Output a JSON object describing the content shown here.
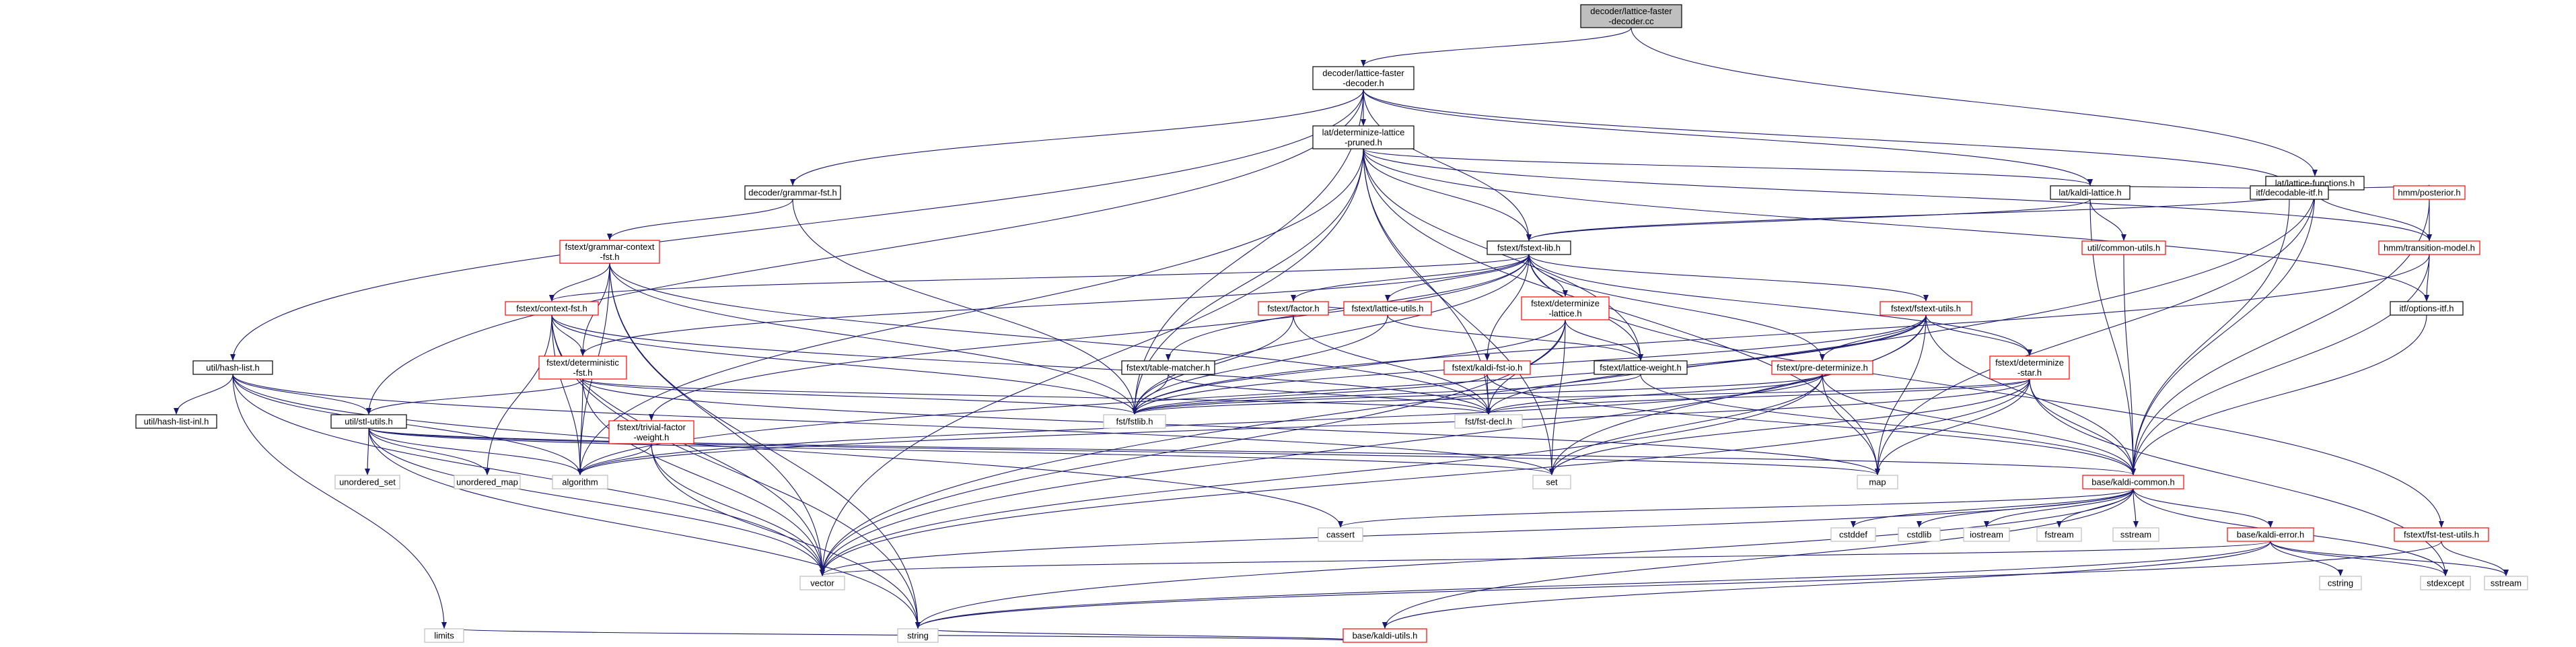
{
  "colors": {
    "edge": "#191970",
    "root_fill": "#bfbfbf",
    "node_border": "#000000",
    "incomplete_border": "#ff0000",
    "plain_border": "#bfbfbf",
    "fill": "#ffffff"
  },
  "nodes": [
    {
      "id": "root",
      "lines": [
        "decoder/lattice-faster",
        "-decoder.cc"
      ],
      "style": "root"
    },
    {
      "id": "lfd_h",
      "lines": [
        "decoder/lattice-faster",
        "-decoder.h"
      ],
      "style": "normal"
    },
    {
      "id": "lat_func",
      "lines": [
        "lat/lattice-functions.h"
      ],
      "style": "normal"
    },
    {
      "id": "det_pruned",
      "lines": [
        "lat/determinize-lattice",
        "-pruned.h"
      ],
      "style": "normal"
    },
    {
      "id": "grammar_fst",
      "lines": [
        "decoder/grammar-fst.h"
      ],
      "style": "normal"
    },
    {
      "id": "grammar_ctx",
      "lines": [
        "fstext/grammar-context",
        "-fst.h"
      ],
      "style": "incomplete"
    },
    {
      "id": "kaldi_lattice",
      "lines": [
        "lat/kaldi-lattice.h"
      ],
      "style": "normal"
    },
    {
      "id": "decodable_itf",
      "lines": [
        "itf/decodable-itf.h"
      ],
      "style": "normal"
    },
    {
      "id": "posterior",
      "lines": [
        "hmm/posterior.h"
      ],
      "style": "incomplete"
    },
    {
      "id": "trans_model",
      "lines": [
        "hmm/transition-model.h"
      ],
      "style": "incomplete"
    },
    {
      "id": "fstext_lib",
      "lines": [
        "fstext/fstext-lib.h"
      ],
      "style": "normal"
    },
    {
      "id": "common_utils",
      "lines": [
        "util/common-utils.h"
      ],
      "style": "incomplete"
    },
    {
      "id": "options_itf",
      "lines": [
        "itf/options-itf.h"
      ],
      "style": "normal"
    },
    {
      "id": "context_fst",
      "lines": [
        "fstext/context-fst.h"
      ],
      "style": "incomplete"
    },
    {
      "id": "lattice_utils",
      "lines": [
        "fstext/lattice-utils.h"
      ],
      "style": "incomplete"
    },
    {
      "id": "det_lattice",
      "lines": [
        "fstext/determinize",
        "-lattice.h"
      ],
      "style": "incomplete"
    },
    {
      "id": "fstext_utils",
      "lines": [
        "fstext/fstext-utils.h"
      ],
      "style": "incomplete"
    },
    {
      "id": "hash_list",
      "lines": [
        "util/hash-list.h"
      ],
      "style": "normal"
    },
    {
      "id": "deterministic_fst",
      "lines": [
        "fstext/deterministic",
        "-fst.h"
      ],
      "style": "incomplete"
    },
    {
      "id": "table_matcher",
      "lines": [
        "fstext/table-matcher.h"
      ],
      "style": "normal"
    },
    {
      "id": "factor",
      "lines": [
        "fstext/factor.h"
      ],
      "style": "incomplete"
    },
    {
      "id": "kaldi_fst_io",
      "lines": [
        "fstext/kaldi-fst-io.h"
      ],
      "style": "incomplete"
    },
    {
      "id": "lattice_weight",
      "lines": [
        "fstext/lattice-weight.h"
      ],
      "style": "normal"
    },
    {
      "id": "pre_det",
      "lines": [
        "fstext/pre-determinize.h"
      ],
      "style": "incomplete"
    },
    {
      "id": "det_star",
      "lines": [
        "fstext/determinize",
        "-star.h"
      ],
      "style": "incomplete"
    },
    {
      "id": "hash_list_inl",
      "lines": [
        "util/hash-list-inl.h"
      ],
      "style": "normal"
    },
    {
      "id": "stl_utils",
      "lines": [
        "util/stl-utils.h"
      ],
      "style": "normal"
    },
    {
      "id": "trivial_factor",
      "lines": [
        "fstext/trivial-factor",
        "-weight.h"
      ],
      "style": "incomplete"
    },
    {
      "id": "fst_fstlib",
      "lines": [
        "fst/fstlib.h"
      ],
      "style": "plain"
    },
    {
      "id": "fst_decl",
      "lines": [
        "fst/fst-decl.h"
      ],
      "style": "plain"
    },
    {
      "id": "unordered_set",
      "lines": [
        "unordered_set"
      ],
      "style": "plain"
    },
    {
      "id": "unordered_map",
      "lines": [
        "unordered_map"
      ],
      "style": "plain"
    },
    {
      "id": "algorithm",
      "lines": [
        "algorithm"
      ],
      "style": "plain"
    },
    {
      "id": "set",
      "lines": [
        "set"
      ],
      "style": "plain"
    },
    {
      "id": "map",
      "lines": [
        "map"
      ],
      "style": "plain"
    },
    {
      "id": "kaldi_common",
      "lines": [
        "base/kaldi-common.h"
      ],
      "style": "incomplete"
    },
    {
      "id": "cassert",
      "lines": [
        "cassert"
      ],
      "style": "plain"
    },
    {
      "id": "cstddef",
      "lines": [
        "cstddef"
      ],
      "style": "plain"
    },
    {
      "id": "cstdlib",
      "lines": [
        "cstdlib"
      ],
      "style": "plain"
    },
    {
      "id": "iostream",
      "lines": [
        "iostream"
      ],
      "style": "plain"
    },
    {
      "id": "fstream",
      "lines": [
        "fstream"
      ],
      "style": "plain"
    },
    {
      "id": "sstream_b",
      "lines": [
        "sstream"
      ],
      "style": "plain"
    },
    {
      "id": "fst_test_utils",
      "lines": [
        "fstext/fst-test-utils.h"
      ],
      "style": "incomplete"
    },
    {
      "id": "kaldi_error",
      "lines": [
        "base/kaldi-error.h"
      ],
      "style": "incomplete"
    },
    {
      "id": "vector",
      "lines": [
        "vector"
      ],
      "style": "plain"
    },
    {
      "id": "cstring",
      "lines": [
        "cstring"
      ],
      "style": "plain"
    },
    {
      "id": "stdexcept",
      "lines": [
        "stdexcept"
      ],
      "style": "plain"
    },
    {
      "id": "sstream",
      "lines": [
        "sstream"
      ],
      "style": "plain"
    },
    {
      "id": "kaldi_utils",
      "lines": [
        "base/kaldi-utils.h"
      ],
      "style": "incomplete"
    },
    {
      "id": "limits",
      "lines": [
        "limits"
      ],
      "style": "plain"
    },
    {
      "id": "string",
      "lines": [
        "string"
      ],
      "style": "plain"
    }
  ],
  "edges": [
    [
      "root",
      "lfd_h"
    ],
    [
      "root",
      "lat_func"
    ],
    [
      "lfd_h",
      "det_pruned"
    ],
    [
      "lfd_h",
      "grammar_fst"
    ],
    [
      "lfd_h",
      "kaldi_lattice"
    ],
    [
      "lfd_h",
      "decodable_itf"
    ],
    [
      "lfd_h",
      "fstext_lib"
    ],
    [
      "lfd_h",
      "hash_list"
    ],
    [
      "lfd_h",
      "stl_utils"
    ],
    [
      "lfd_h",
      "fst_fstlib"
    ],
    [
      "lat_func",
      "kaldi_lattice"
    ],
    [
      "lat_func",
      "decodable_itf"
    ],
    [
      "lat_func",
      "posterior"
    ],
    [
      "lat_func",
      "trans_model"
    ],
    [
      "lat_func",
      "fstext_lib"
    ],
    [
      "lat_func",
      "kaldi_common"
    ],
    [
      "lat_func",
      "vector"
    ],
    [
      "lat_func",
      "map"
    ],
    [
      "det_pruned",
      "fstext_lib"
    ],
    [
      "det_pruned",
      "kaldi_lattice"
    ],
    [
      "det_pruned",
      "trans_model"
    ],
    [
      "det_pruned",
      "lattice_weight"
    ],
    [
      "det_pruned",
      "options_itf"
    ],
    [
      "det_pruned",
      "fst_fstlib"
    ],
    [
      "det_pruned",
      "fst_decl"
    ],
    [
      "det_pruned",
      "algorithm"
    ],
    [
      "det_pruned",
      "map"
    ],
    [
      "det_pruned",
      "set"
    ],
    [
      "det_pruned",
      "vector"
    ],
    [
      "grammar_fst",
      "grammar_ctx"
    ],
    [
      "grammar_fst",
      "fst_fstlib"
    ],
    [
      "grammar_ctx",
      "context_fst"
    ],
    [
      "grammar_ctx",
      "deterministic_fst"
    ],
    [
      "grammar_ctx",
      "fst_fstlib"
    ],
    [
      "grammar_ctx",
      "fst_decl"
    ],
    [
      "grammar_ctx",
      "algorithm"
    ],
    [
      "grammar_ctx",
      "vector"
    ],
    [
      "grammar_ctx",
      "string"
    ],
    [
      "kaldi_lattice",
      "fstext_lib"
    ],
    [
      "kaldi_lattice",
      "common_utils"
    ],
    [
      "kaldi_lattice",
      "kaldi_common"
    ],
    [
      "decodable_itf",
      "kaldi_common"
    ],
    [
      "posterior",
      "trans_model"
    ],
    [
      "posterior",
      "kaldi_common"
    ],
    [
      "trans_model",
      "options_itf"
    ],
    [
      "trans_model",
      "kaldi_common"
    ],
    [
      "trans_model",
      "fst_fstlib"
    ],
    [
      "options_itf",
      "kaldi_common"
    ],
    [
      "common_utils",
      "kaldi_common"
    ],
    [
      "fstext_lib",
      "context_fst"
    ],
    [
      "fstext_lib",
      "lattice_utils"
    ],
    [
      "fstext_lib",
      "det_lattice"
    ],
    [
      "fstext_lib",
      "fstext_utils"
    ],
    [
      "fstext_lib",
      "deterministic_fst"
    ],
    [
      "fstext_lib",
      "table_matcher"
    ],
    [
      "fstext_lib",
      "factor"
    ],
    [
      "fstext_lib",
      "kaldi_fst_io"
    ],
    [
      "fstext_lib",
      "lattice_weight"
    ],
    [
      "fstext_lib",
      "pre_det"
    ],
    [
      "fstext_lib",
      "det_star"
    ],
    [
      "fstext_lib",
      "trivial_factor"
    ],
    [
      "fstext_lib",
      "fst_test_utils"
    ],
    [
      "fstext_lib",
      "fst_fstlib"
    ],
    [
      "context_fst",
      "deterministic_fst"
    ],
    [
      "context_fst",
      "fst_fstlib"
    ],
    [
      "context_fst",
      "fst_decl"
    ],
    [
      "context_fst",
      "algorithm"
    ],
    [
      "context_fst",
      "unordered_map"
    ],
    [
      "context_fst",
      "vector"
    ],
    [
      "context_fst",
      "string"
    ],
    [
      "lattice_utils",
      "factor"
    ],
    [
      "lattice_utils",
      "lattice_weight"
    ],
    [
      "lattice_utils",
      "fst_fstlib"
    ],
    [
      "det_lattice",
      "lattice_weight"
    ],
    [
      "det_lattice",
      "fst_fstlib"
    ],
    [
      "det_lattice",
      "fst_decl"
    ],
    [
      "det_lattice",
      "set"
    ],
    [
      "det_lattice",
      "vector"
    ],
    [
      "fstext_utils",
      "det_star"
    ],
    [
      "fstext_utils",
      "pre_det"
    ],
    [
      "fstext_utils",
      "fst_fstlib"
    ],
    [
      "fstext_utils",
      "fst_decl"
    ],
    [
      "fstext_utils",
      "kaldi_common"
    ],
    [
      "fstext_utils",
      "set"
    ],
    [
      "fstext_utils",
      "map"
    ],
    [
      "fstext_utils",
      "algorithm"
    ],
    [
      "fstext_utils",
      "vector"
    ],
    [
      "hash_list",
      "hash_list_inl"
    ],
    [
      "hash_list",
      "stl_utils"
    ],
    [
      "hash_list",
      "vector"
    ],
    [
      "hash_list",
      "set"
    ],
    [
      "hash_list",
      "algorithm"
    ],
    [
      "hash_list",
      "limits"
    ],
    [
      "hash_list",
      "cassert"
    ],
    [
      "deterministic_fst",
      "stl_utils"
    ],
    [
      "deterministic_fst",
      "fst_fstlib"
    ],
    [
      "deterministic_fst",
      "fst_decl"
    ],
    [
      "deterministic_fst",
      "algorithm"
    ],
    [
      "deterministic_fst",
      "vector"
    ],
    [
      "deterministic_fst",
      "map"
    ],
    [
      "table_matcher",
      "fst_fstlib"
    ],
    [
      "table_matcher",
      "fst_decl"
    ],
    [
      "factor",
      "fst_fstlib"
    ],
    [
      "factor",
      "fst_decl"
    ],
    [
      "kaldi_fst_io",
      "fst_fstlib"
    ],
    [
      "kaldi_fst_io",
      "fst_decl"
    ],
    [
      "kaldi_fst_io",
      "kaldi_common"
    ],
    [
      "lattice_weight",
      "fst_fstlib"
    ],
    [
      "lattice_weight",
      "kaldi_common"
    ],
    [
      "pre_det",
      "fst_fstlib"
    ],
    [
      "pre_det",
      "fst_decl"
    ],
    [
      "pre_det",
      "kaldi_common"
    ],
    [
      "pre_det",
      "set"
    ],
    [
      "pre_det",
      "map"
    ],
    [
      "pre_det",
      "algorithm"
    ],
    [
      "pre_det",
      "vector"
    ],
    [
      "det_star",
      "fst_fstlib"
    ],
    [
      "det_star",
      "fst_decl"
    ],
    [
      "det_star",
      "kaldi_common"
    ],
    [
      "det_star",
      "algorithm"
    ],
    [
      "det_star",
      "map"
    ],
    [
      "det_star",
      "set"
    ],
    [
      "det_star",
      "vector"
    ],
    [
      "det_star",
      "stdexcept"
    ],
    [
      "stl_utils",
      "unordered_set"
    ],
    [
      "stl_utils",
      "unordered_map"
    ],
    [
      "stl_utils",
      "algorithm"
    ],
    [
      "stl_utils",
      "set"
    ],
    [
      "stl_utils",
      "map"
    ],
    [
      "stl_utils",
      "vector"
    ],
    [
      "stl_utils",
      "string"
    ],
    [
      "stl_utils",
      "kaldi_common"
    ],
    [
      "trivial_factor",
      "algorithm"
    ],
    [
      "trivial_factor",
      "vector"
    ],
    [
      "trivial_factor",
      "string"
    ],
    [
      "kaldi_common",
      "cassert"
    ],
    [
      "kaldi_common",
      "cstddef"
    ],
    [
      "kaldi_common",
      "cstdlib"
    ],
    [
      "kaldi_common",
      "iostream"
    ],
    [
      "kaldi_common",
      "fstream"
    ],
    [
      "kaldi_common",
      "sstream_b"
    ],
    [
      "kaldi_common",
      "stdexcept"
    ],
    [
      "kaldi_common",
      "kaldi_error"
    ],
    [
      "kaldi_common",
      "kaldi_utils"
    ],
    [
      "kaldi_common",
      "vector"
    ],
    [
      "kaldi_common",
      "string"
    ],
    [
      "fst_test_utils",
      "sstream"
    ],
    [
      "fst_test_utils",
      "string"
    ],
    [
      "kaldi_error",
      "cstring"
    ],
    [
      "kaldi_error",
      "stdexcept"
    ],
    [
      "kaldi_error",
      "sstream"
    ],
    [
      "kaldi_error",
      "vector"
    ],
    [
      "kaldi_error",
      "string"
    ],
    [
      "kaldi_error",
      "kaldi_utils"
    ],
    [
      "kaldi_utils",
      "limits"
    ],
    [
      "kaldi_utils",
      "string"
    ]
  ]
}
